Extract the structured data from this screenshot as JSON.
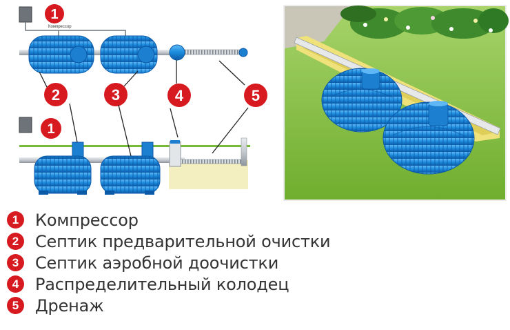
{
  "colors": {
    "tank_blue": "#1f8fe0",
    "tank_dark": "#0d5fae",
    "marker_red": "#d71920",
    "pipe_gray": "#bfc3c7",
    "grass_green": "#8cc63f",
    "sand": "#f3efc0"
  },
  "diagram": {
    "compressor_label": "Компрессор",
    "markers": {
      "m1_top": "1",
      "m1_bottom": "1",
      "m2": "2",
      "m3": "3",
      "m4": "4",
      "m5": "5"
    }
  },
  "legend": [
    {
      "num": "1",
      "text": "Компрессор"
    },
    {
      "num": "2",
      "text": "Септик предварительной очистки"
    },
    {
      "num": "3",
      "text": "Септик аэробной доочистки"
    },
    {
      "num": "4",
      "text": "Распределительный колодец"
    },
    {
      "num": "5",
      "text": "Дренаж"
    }
  ]
}
